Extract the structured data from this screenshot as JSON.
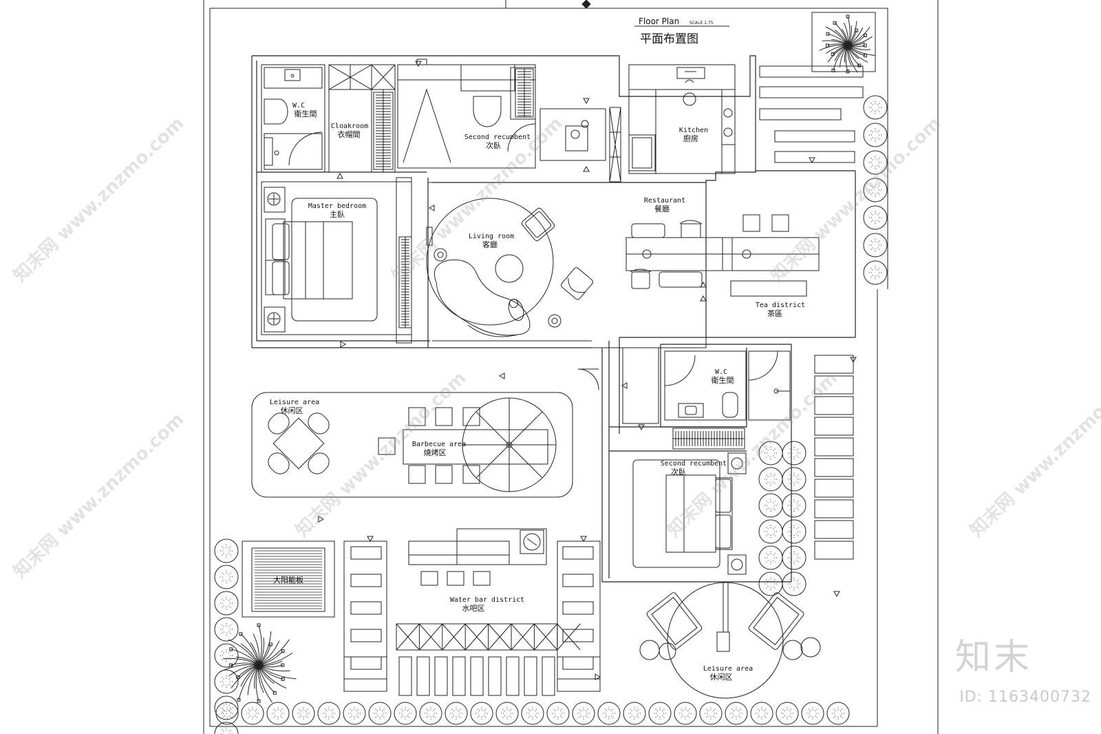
{
  "title": {
    "en": "Floor Plan",
    "zh": "平面布置图",
    "scale": "SCALE  1:75"
  },
  "rooms": {
    "wc_top": {
      "en": "W.C",
      "zh": "衛生間"
    },
    "cloakroom": {
      "en": "Cloakroom",
      "zh": "衣帽間"
    },
    "second_recumbent_top": {
      "en": "Second recumbent",
      "zh": "次臥"
    },
    "kitchen": {
      "en": "Kitchen",
      "zh": "廚房"
    },
    "master_bedroom": {
      "en": "Master bedroom",
      "zh": "主臥"
    },
    "living_room": {
      "en": "Living room",
      "zh": "客廳"
    },
    "restaurant": {
      "en": "Restaurant",
      "zh": "餐廳"
    },
    "tea_district": {
      "en": "Tea district",
      "zh": "茶區"
    },
    "wc_right": {
      "en": "W.C",
      "zh": "衛生間"
    },
    "leisure_area_left": {
      "en": "Leisure area",
      "zh": "休闲区"
    },
    "barbecue_area": {
      "en": "Barbecue area",
      "zh": "燒烤区"
    },
    "second_recumbent_right": {
      "en": "Second recumbent",
      "zh": "次臥"
    },
    "water_bar": {
      "en": "Water bar district",
      "zh": "水吧区"
    },
    "leisure_area_right": {
      "en": "Leisure area",
      "zh": "休闲区"
    },
    "pool": {
      "zh": "大阳能板"
    }
  },
  "watermark": {
    "brand": "知末",
    "id": "ID: 1163400732",
    "diagonal": "知末网 www.znzmo.com"
  },
  "colors": {
    "line": "#222222",
    "background": "#ffffff",
    "watermark": "#cccccc"
  }
}
